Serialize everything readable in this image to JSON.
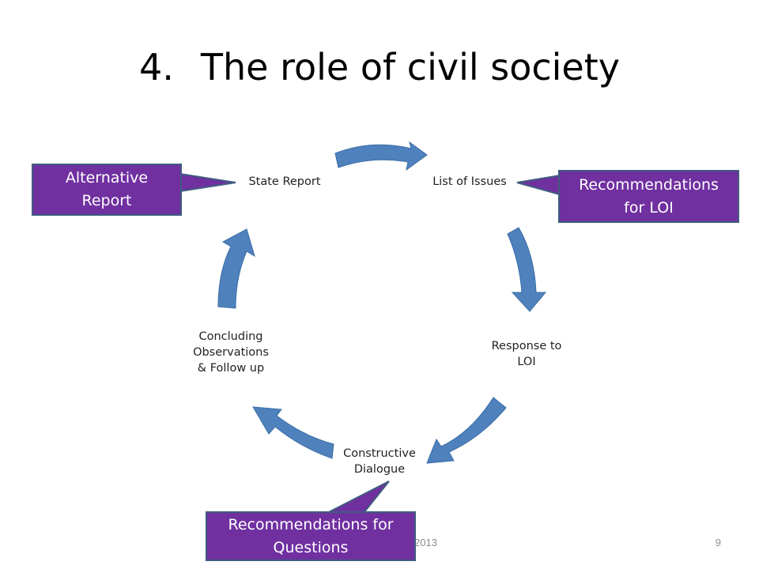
{
  "slide": {
    "title_number": "4.",
    "title_text": "The role of civil society",
    "page_number": "9",
    "footer_date_fragment": "2013"
  },
  "cycle": {
    "arrow_color": "#4f81bd",
    "nodes": [
      {
        "id": "state",
        "label": "State Report"
      },
      {
        "id": "loi",
        "label": "List of Issues"
      },
      {
        "id": "response",
        "label": "Response to\nLOI"
      },
      {
        "id": "dialogue",
        "label": "Constructive\nDialogue"
      },
      {
        "id": "concluding",
        "label": "Concluding\nObservations\n& Follow up"
      }
    ]
  },
  "callouts": {
    "fill_color": "#7030a0",
    "border_color": "#3f5c80",
    "alternative_report": "Alternative\nReport",
    "recommendations_loi": "Recommendations\nfor LOI",
    "recommendations_questions": "Recommendations for\nQuestions"
  }
}
